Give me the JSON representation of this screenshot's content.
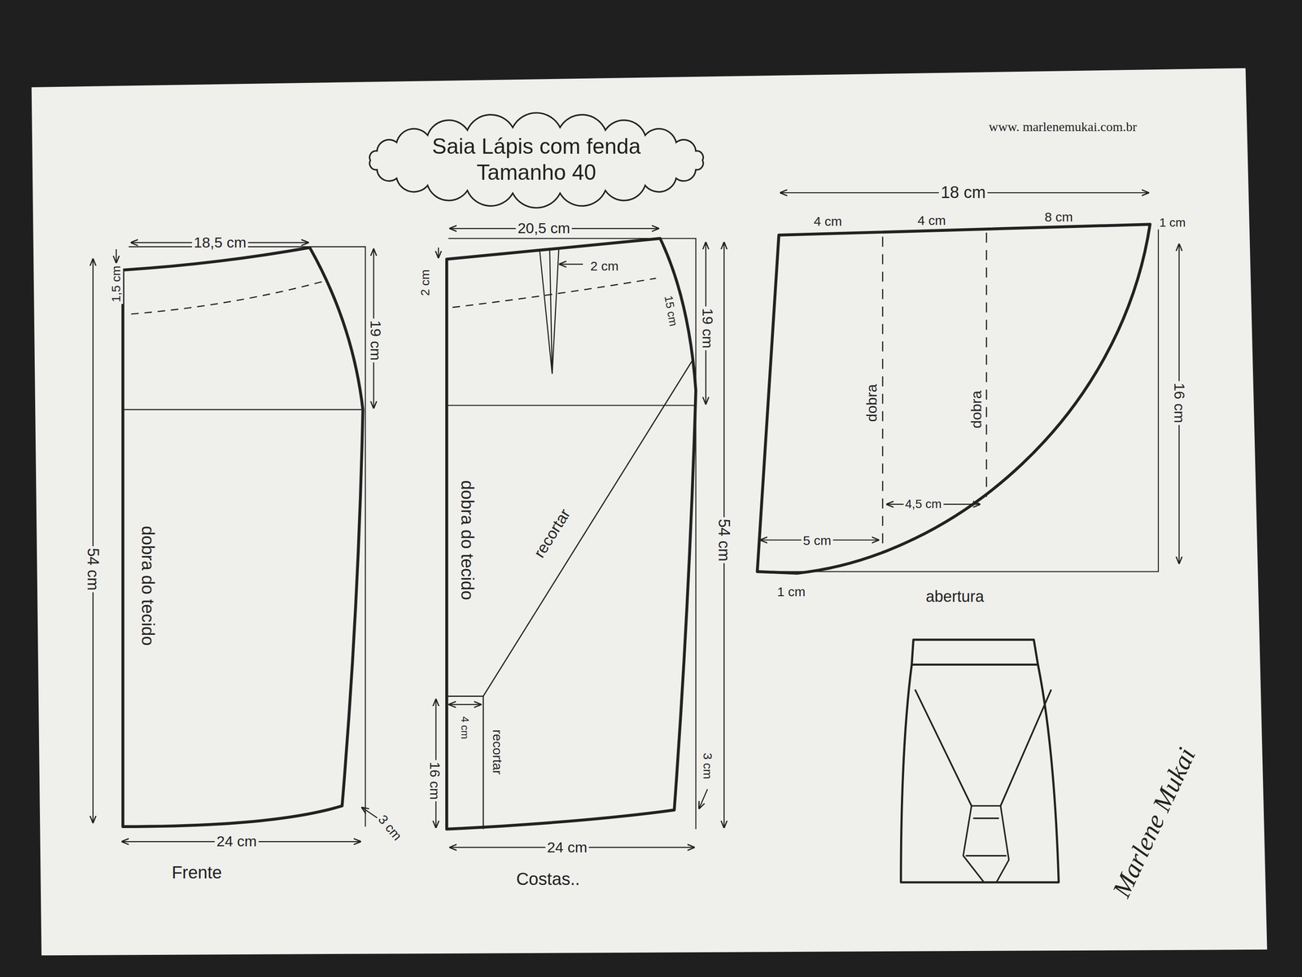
{
  "diagram": {
    "title": "Saia Lápis com fenda Tamanho 40",
    "labels": [
      "www. marlenemukai.com.br",
      "18,5 cm",
      "1,5 cm",
      "19 cm",
      "54 cm",
      "dobra do tecido",
      "24 cm",
      "3 cm",
      "Frente",
      "20,5 cm",
      "2 cm",
      "2 cm",
      "15 cm",
      "19 cm",
      "dobra do tecido",
      "recortar",
      "54 cm",
      "4 cm",
      "16 cm",
      "recortar",
      "3 cm",
      "24 cm",
      "Costas..",
      "18 cm",
      "4 cm",
      "4 cm",
      "8 cm",
      "1 cm",
      "16 cm",
      "dobra",
      "dobra",
      "4,5 cm",
      "5 cm",
      "1 cm",
      "abertura",
      "Marlene Mukai"
    ]
  }
}
